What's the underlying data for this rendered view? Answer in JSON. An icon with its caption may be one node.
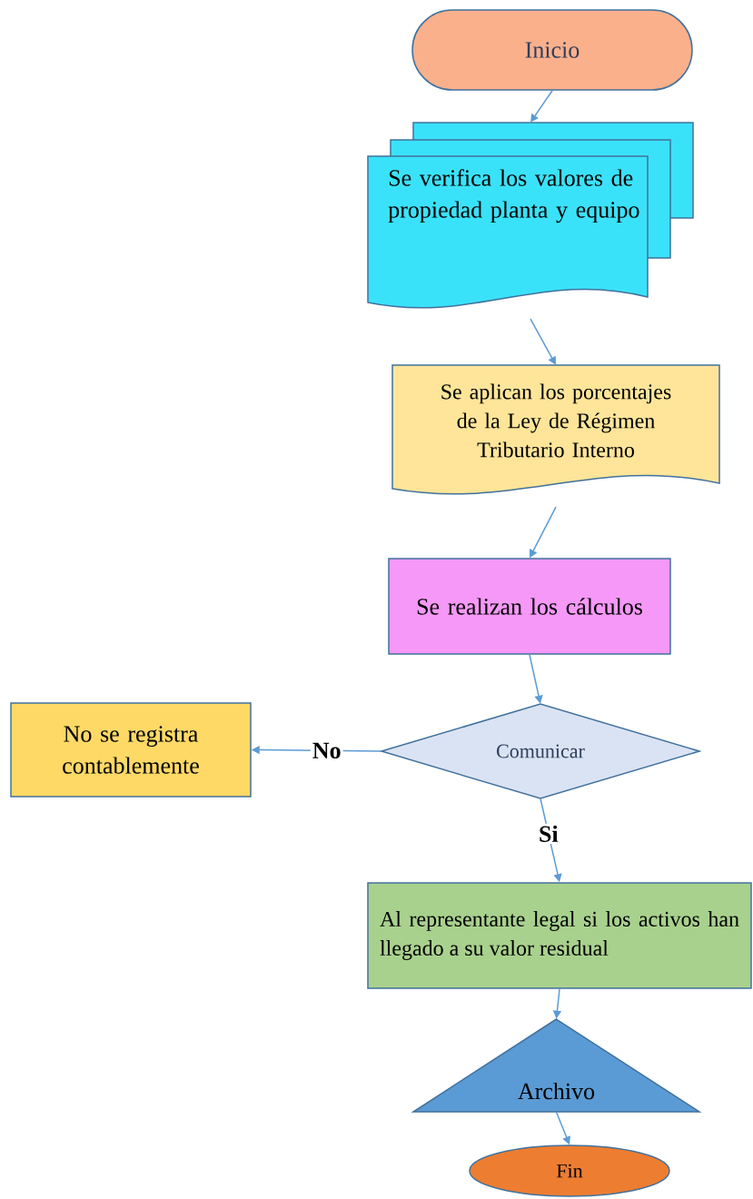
{
  "diagram": {
    "nodes": [
      {
        "text": [
          "Inicio"
        ]
      },
      {
        "text": [
          "Se verifica los valores de propiedad planta y equipo"
        ]
      },
      {
        "text": [
          "Se aplican los porcentajes de la Ley de Régimen Tributario Interno"
        ]
      },
      {
        "text": [
          "Se realizan los cálculos"
        ]
      },
      {
        "text": [
          "Comunicar"
        ]
      },
      {
        "text": [
          "No se registra contablemente"
        ]
      },
      {
        "text": [
          "Al representante legal si los activos han llegado a su valor residual"
        ]
      },
      {
        "text": [
          "Archivo"
        ]
      },
      {
        "text": [
          "Fin"
        ]
      }
    ],
    "edges": [
      {
        "from": 0,
        "to": 1,
        "arrow": "to"
      },
      {
        "from": 1,
        "to": 2,
        "arrow": "to"
      },
      {
        "from": 2,
        "to": 3,
        "arrow": "to"
      },
      {
        "from": 3,
        "to": 4,
        "arrow": "to"
      },
      {
        "from": 4,
        "to": 5,
        "arrow": "to",
        "label": "No"
      },
      {
        "from": 4,
        "to": 6,
        "arrow": "to",
        "label": "Si"
      },
      {
        "from": 6,
        "to": 7,
        "arrow": "to"
      },
      {
        "from": 7,
        "to": 8,
        "arrow": "to"
      }
    ]
  }
}
